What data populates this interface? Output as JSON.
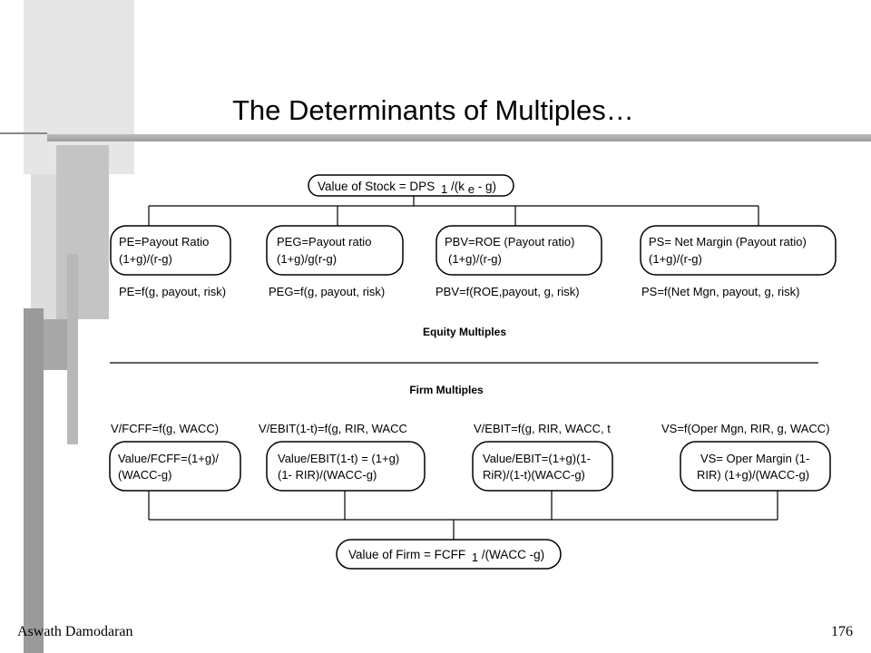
{
  "slide": {
    "title": "The Determinants of Multiples…",
    "author": "Aswath Damodaran",
    "page_number": "176"
  },
  "diagram": {
    "top_node": {
      "main": "Value of Stock = DPS",
      "sub": "1",
      "mid": "/(k",
      "sub2": "e",
      "end": " - g)"
    },
    "equity_boxes": [
      {
        "line1": "PE=Payout Ratio",
        "line2": "(1+g)/(r-g)",
        "caption": "PE=f(g, payout, risk)"
      },
      {
        "line1": "PEG=Payout ratio",
        "line2": "(1+g)/g(r-g)",
        "caption": "PEG=f(g, payout, risk)"
      },
      {
        "line1": "PBV=ROE (Payout ratio)",
        "line2": "(1+g)/(r-g)",
        "caption": "PBV=f(ROE,payout, g, risk)"
      },
      {
        "line1": "PS= Net Margin (Payout ratio)",
        "line2": "(1+g)/(r-g)",
        "caption": "PS=f(Net Mgn, payout, g, risk)"
      }
    ],
    "equity_label": "Equity Multiples",
    "firm_label": "Firm Multiples",
    "firm_boxes": [
      {
        "caption": "V/FCFF=f(g, WACC)",
        "line1": "Value/FCFF=(1+g)/",
        "line2": "(WACC-g)"
      },
      {
        "caption": "V/EBIT(1-t)=f(g, RIR, WACC",
        "line1": "Value/EBIT(1-t) = (1+g)",
        "line2": "(1- RIR)/(WACC-g)"
      },
      {
        "caption": "V/EBIT=f(g, RIR, WACC, t",
        "line1": "Value/EBIT=(1+g)(1-",
        "line2": "RiR)/(1-t)(WACC-g)"
      },
      {
        "caption": "VS=f(Oper Mgn, RIR, g, WACC)",
        "line1": "VS= Oper Margin (1-",
        "line2": "RIR) (1+g)/(WACC-g)"
      }
    ],
    "bottom_node": {
      "main": "Value of Firm = FCFF",
      "sub": "1",
      "end": "/(WACC -g)"
    }
  }
}
